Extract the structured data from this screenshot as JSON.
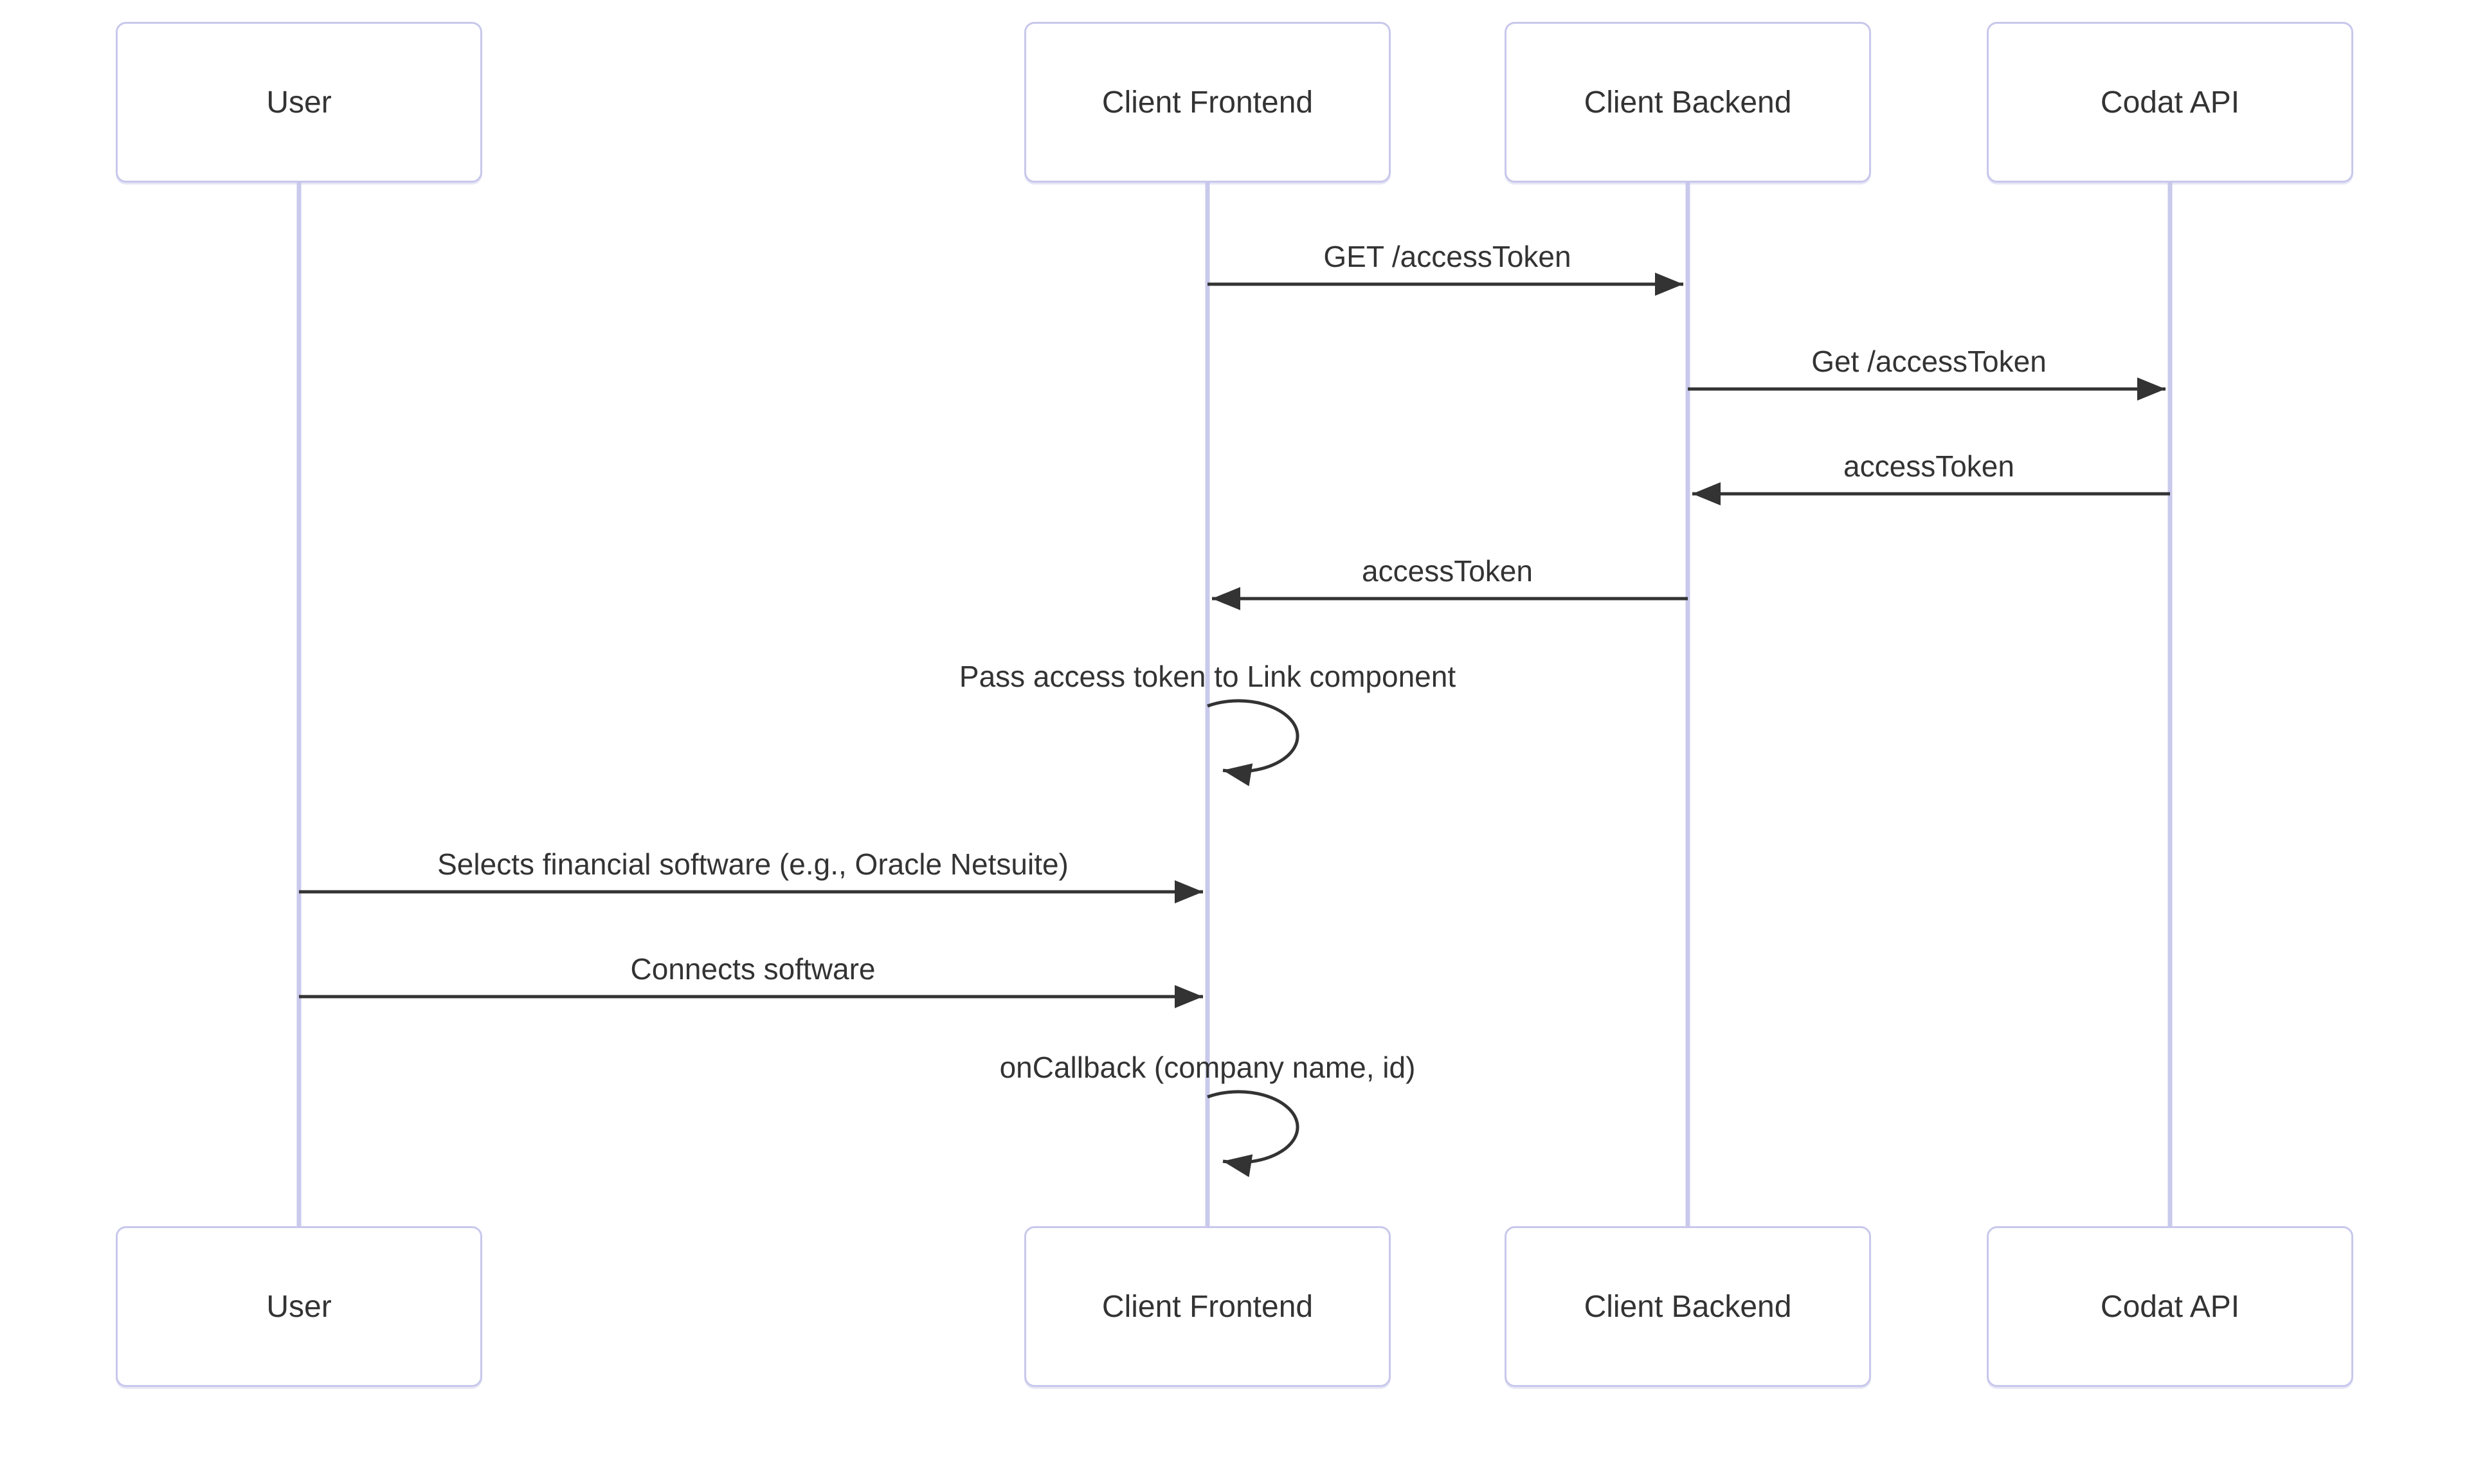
{
  "diagram": {
    "type": "sequence",
    "background": "#ffffff",
    "colors": {
      "actor_border": "#c8c8ec",
      "actor_fill": "#ffffff",
      "lifeline": "#c9c9ec",
      "arrow": "#333333",
      "text": "#333333"
    },
    "actors": [
      {
        "id": "user",
        "label": "User"
      },
      {
        "id": "client-frontend",
        "label": "Client Frontend"
      },
      {
        "id": "client-backend",
        "label": "Client Backend"
      },
      {
        "id": "codat-api",
        "label": "Codat API"
      }
    ],
    "messages": [
      {
        "from": "client-frontend",
        "to": "client-backend",
        "kind": "solid-arrow",
        "label": "GET /accessToken"
      },
      {
        "from": "client-backend",
        "to": "codat-api",
        "kind": "solid-arrow",
        "label": "Get /accessToken"
      },
      {
        "from": "codat-api",
        "to": "client-backend",
        "kind": "solid-arrow",
        "label": "accessToken"
      },
      {
        "from": "client-backend",
        "to": "client-frontend",
        "kind": "solid-arrow",
        "label": "accessToken"
      },
      {
        "from": "client-frontend",
        "to": "client-frontend",
        "kind": "self-loop",
        "label": "Pass access token to Link component"
      },
      {
        "from": "user",
        "to": "client-frontend",
        "kind": "solid-arrow",
        "label": "Selects financial software (e.g., Oracle Netsuite)"
      },
      {
        "from": "user",
        "to": "client-frontend",
        "kind": "solid-arrow",
        "label": "Connects software"
      },
      {
        "from": "client-frontend",
        "to": "client-frontend",
        "kind": "self-loop",
        "label": "onCallback (company name, id)"
      }
    ]
  }
}
